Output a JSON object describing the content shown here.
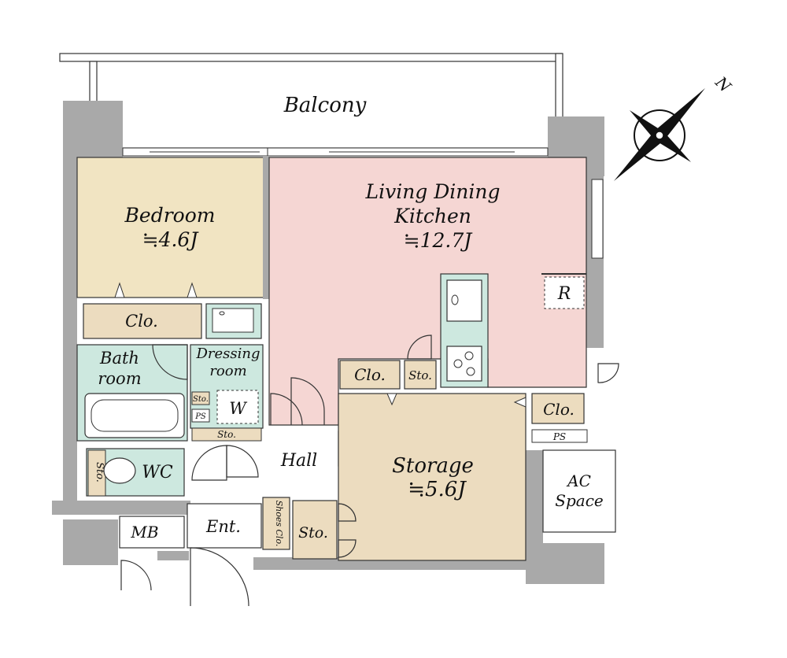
{
  "plan": {
    "colors": {
      "wall": "#a9a9a9",
      "bedroom": "#f1e4c2",
      "living": "#f5d6d3",
      "storage": "#ecdcbf",
      "wet": "#cde8df",
      "closet": "#ecdcbf",
      "balcony": "#ffffff"
    },
    "rooms": {
      "balcony": "Balcony",
      "bedroom_name": "Bedroom",
      "bedroom_size": "≒4.6J",
      "living_l1": "Living Dining",
      "living_l2": "Kitchen",
      "living_size": "≒12.7J",
      "fridge": "R",
      "closet_bedroom": "Clo.",
      "bath_l1": "Bath",
      "bath_l2": "room",
      "dressing_l1": "Dressing",
      "dressing_l2": "room",
      "washer": "W",
      "sto_small": "Sto.",
      "ps_small": "PS",
      "sto_dressing": "Sto.",
      "wc": "WC",
      "sto_wc": "Sto.",
      "clo_hall": "Clo.",
      "sto_kitchen": "Sto.",
      "hall": "Hall",
      "storage_name": "Storage",
      "storage_size": "≒5.6J",
      "clo_right": "Clo.",
      "ps_right": "PS",
      "ac_l1": "AC",
      "ac_l2": "Space",
      "mb": "MB",
      "entrance": "Ent.",
      "shoes_clo": "Shoes Clo.",
      "sto_entrance": "Sto."
    },
    "compass": {
      "north_label": "N",
      "icon": "compass-rose-icon"
    }
  }
}
